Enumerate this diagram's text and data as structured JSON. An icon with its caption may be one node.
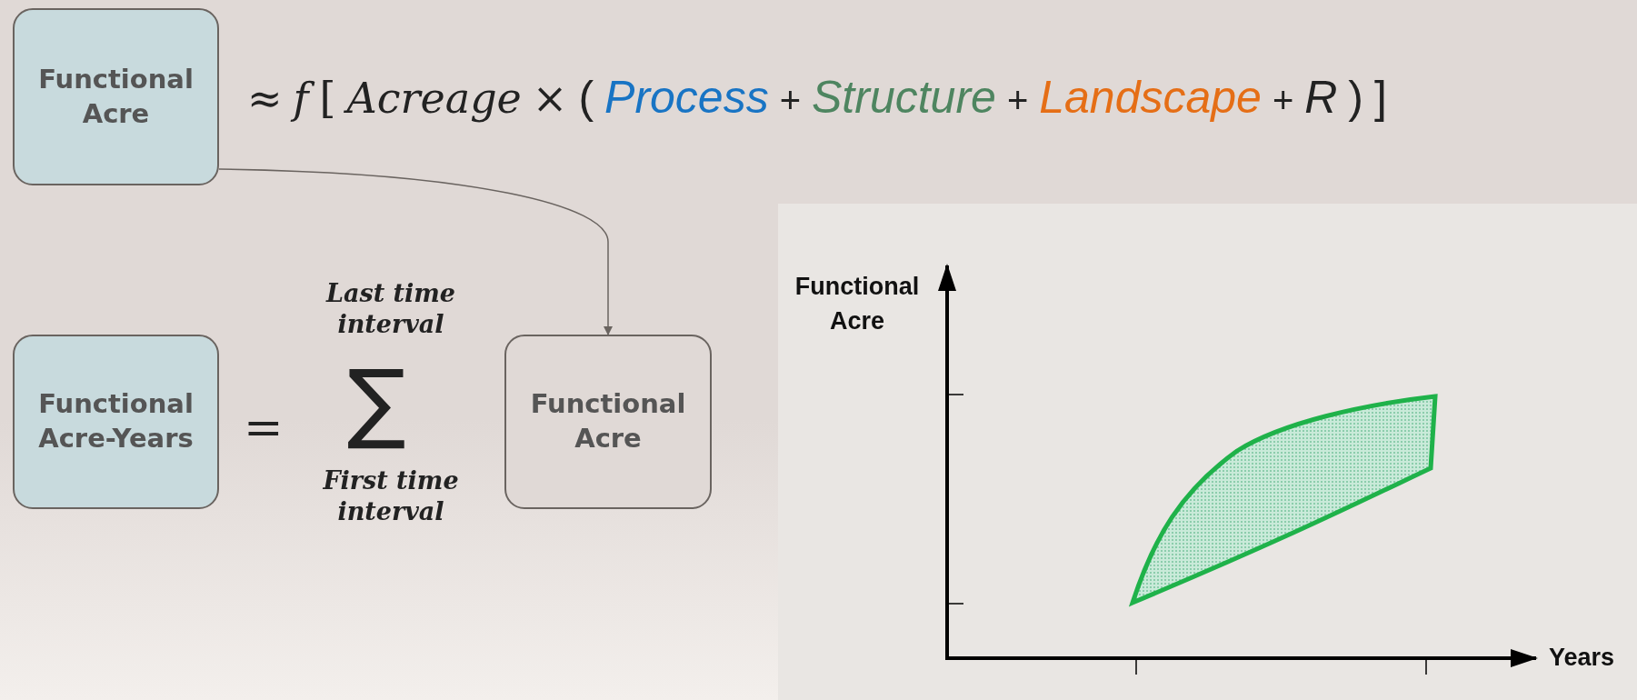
{
  "diagram": {
    "nodes": [
      {
        "text": [
          "Functional Acre"
        ]
      },
      {
        "text": [
          "Functional Acre-Years"
        ]
      },
      {
        "text": [
          "Functional Acre"
        ]
      }
    ],
    "edges": [
      {
        "from": 0,
        "to": 2,
        "arrow": "to"
      }
    ],
    "labels": [
      "≈",
      "f",
      "[",
      "Acreage",
      "×",
      "(",
      "Process",
      "+",
      "Structure",
      "+",
      "Landscape",
      "+",
      "R",
      ")",
      "]",
      "=",
      "Last time interval",
      "∑",
      "First time interval",
      "Functional Acre",
      "Years"
    ]
  }
}
